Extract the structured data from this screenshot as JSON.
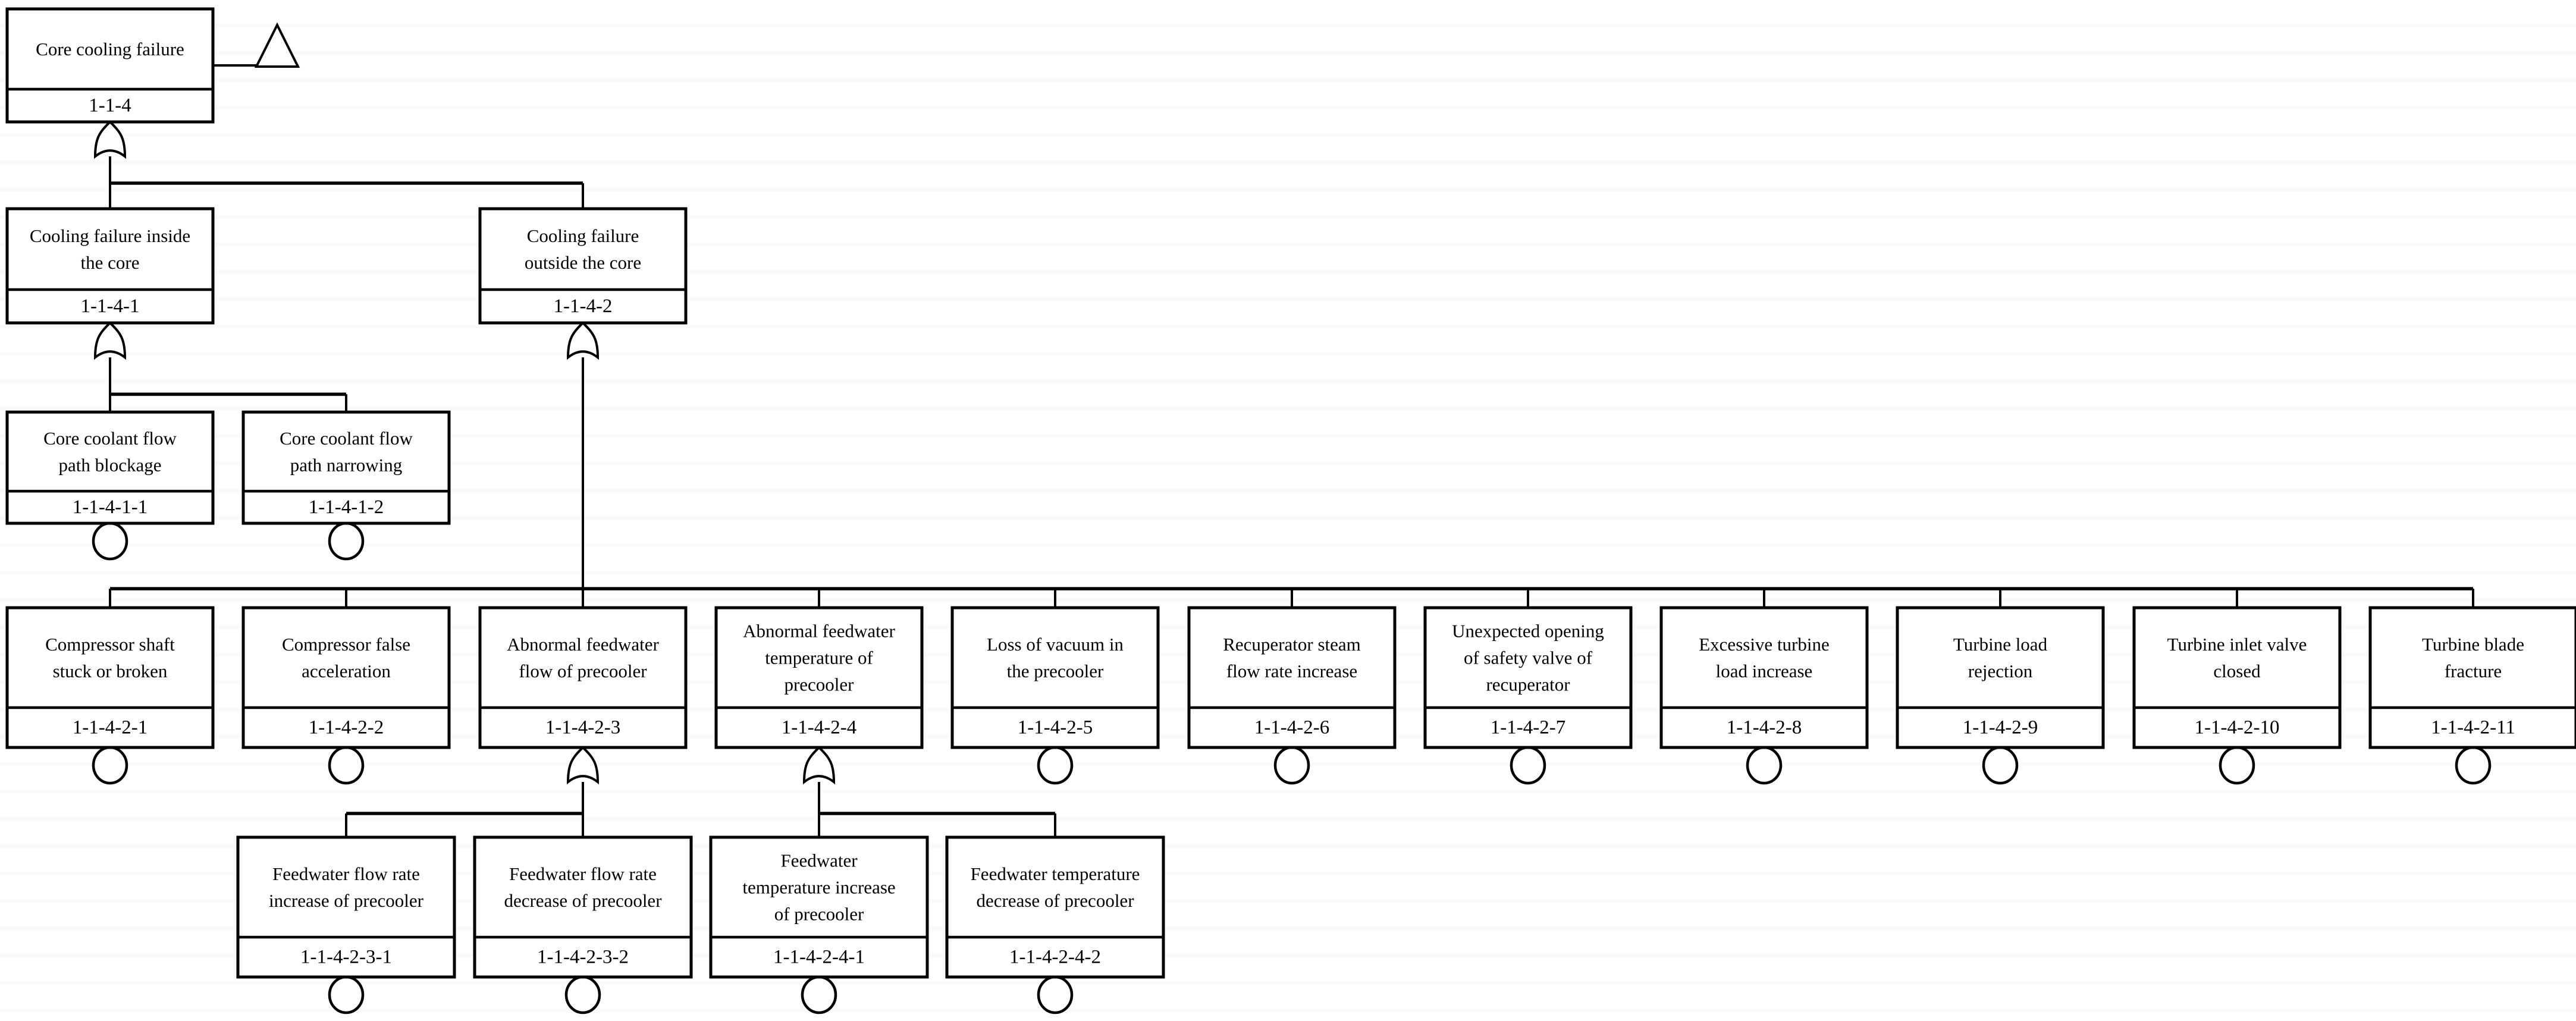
{
  "colors": {
    "background": "#ffffff",
    "line": "#000000",
    "box_fill": "#ffffff",
    "text": "#000000"
  },
  "fault_tree": {
    "diagram_type": "fault-tree",
    "gate_symbol": "or-gate",
    "nodes": [
      {
        "id": "1-1-4",
        "label": "Core cooling failure",
        "lines": [
          "Core cooling failure"
        ],
        "event_type": "top-event",
        "symbol_below": "or-gate",
        "transfer_symbol": true
      },
      {
        "id": "1-1-4-1",
        "label": "Cooling failure inside the core",
        "lines": [
          "Cooling failure inside",
          "the core"
        ],
        "event_type": "intermediate-event",
        "symbol_below": "or-gate",
        "parent": "1-1-4"
      },
      {
        "id": "1-1-4-2",
        "label": "Cooling failure outside the core",
        "lines": [
          "Cooling failure",
          "outside the core"
        ],
        "event_type": "intermediate-event",
        "symbol_below": "or-gate",
        "parent": "1-1-4"
      },
      {
        "id": "1-1-4-1-1",
        "label": "Core coolant flow path blockage",
        "lines": [
          "Core coolant flow",
          "path blockage"
        ],
        "event_type": "basic-event",
        "symbol_below": "circle",
        "parent": "1-1-4-1"
      },
      {
        "id": "1-1-4-1-2",
        "label": "Core coolant flow path narrowing",
        "lines": [
          "Core coolant flow",
          "path narrowing"
        ],
        "event_type": "basic-event",
        "symbol_below": "circle",
        "parent": "1-1-4-1"
      },
      {
        "id": "1-1-4-2-1",
        "label": "Compressor shaft stuck or broken",
        "lines": [
          "Compressor shaft",
          "stuck or broken"
        ],
        "event_type": "basic-event",
        "symbol_below": "circle",
        "parent": "1-1-4-2"
      },
      {
        "id": "1-1-4-2-2",
        "label": "Compressor false acceleration",
        "lines": [
          "Compressor false",
          "acceleration"
        ],
        "event_type": "basic-event",
        "symbol_below": "circle",
        "parent": "1-1-4-2"
      },
      {
        "id": "1-1-4-2-3",
        "label": "Abnormal feedwater flow of precooler",
        "lines": [
          "Abnormal feedwater",
          "flow of precooler"
        ],
        "event_type": "intermediate-event",
        "symbol_below": "or-gate",
        "parent": "1-1-4-2"
      },
      {
        "id": "1-1-4-2-4",
        "label": "Abnormal feedwater temperature of precooler",
        "lines": [
          "Abnormal feedwater",
          "temperature of",
          "precooler"
        ],
        "event_type": "intermediate-event",
        "symbol_below": "or-gate",
        "parent": "1-1-4-2"
      },
      {
        "id": "1-1-4-2-5",
        "label": "Loss of vacuum in the precooler",
        "lines": [
          "Loss of vacuum in",
          "the precooler"
        ],
        "event_type": "basic-event",
        "symbol_below": "circle",
        "parent": "1-1-4-2"
      },
      {
        "id": "1-1-4-2-6",
        "label": "Recuperator steam flow rate increase",
        "lines": [
          "Recuperator steam",
          "flow rate increase"
        ],
        "event_type": "basic-event",
        "symbol_below": "circle",
        "parent": "1-1-4-2"
      },
      {
        "id": "1-1-4-2-7",
        "label": "Unexpected opening of safety valve of recuperator",
        "lines": [
          "Unexpected opening",
          "of safety valve of",
          "recuperator"
        ],
        "event_type": "basic-event",
        "symbol_below": "circle",
        "parent": "1-1-4-2"
      },
      {
        "id": "1-1-4-2-8",
        "label": "Excessive turbine load increase",
        "lines": [
          "Excessive turbine",
          "load increase"
        ],
        "event_type": "basic-event",
        "symbol_below": "circle",
        "parent": "1-1-4-2"
      },
      {
        "id": "1-1-4-2-9",
        "label": "Turbine load rejection",
        "lines": [
          "Turbine load",
          "rejection"
        ],
        "event_type": "basic-event",
        "symbol_below": "circle",
        "parent": "1-1-4-2"
      },
      {
        "id": "1-1-4-2-10",
        "label": "Turbine inlet valve closed",
        "lines": [
          "Turbine inlet valve",
          "closed"
        ],
        "event_type": "basic-event",
        "symbol_below": "circle",
        "parent": "1-1-4-2"
      },
      {
        "id": "1-1-4-2-11",
        "label": "Turbine blade fracture",
        "lines": [
          "Turbine blade",
          "fracture"
        ],
        "event_type": "basic-event",
        "symbol_below": "circle",
        "parent": "1-1-4-2"
      },
      {
        "id": "1-1-4-2-3-1",
        "label": "Feedwater flow rate increase of precooler",
        "lines": [
          "Feedwater flow rate",
          "increase of precooler"
        ],
        "event_type": "basic-event",
        "symbol_below": "circle",
        "parent": "1-1-4-2-3"
      },
      {
        "id": "1-1-4-2-3-2",
        "label": "Feedwater flow rate decrease of precooler",
        "lines": [
          "Feedwater flow rate",
          "decrease of precooler"
        ],
        "event_type": "basic-event",
        "symbol_below": "circle",
        "parent": "1-1-4-2-3"
      },
      {
        "id": "1-1-4-2-4-1",
        "label": "Feedwater temperature increase of precooler",
        "lines": [
          "Feedwater",
          "temperature increase",
          "of precooler"
        ],
        "event_type": "basic-event",
        "symbol_below": "circle",
        "parent": "1-1-4-2-4"
      },
      {
        "id": "1-1-4-2-4-2",
        "label": "Feedwater temperature decrease of precooler",
        "lines": [
          "Feedwater temperature",
          "decrease of precooler"
        ],
        "event_type": "basic-event",
        "symbol_below": "circle",
        "parent": "1-1-4-2-4"
      }
    ]
  }
}
